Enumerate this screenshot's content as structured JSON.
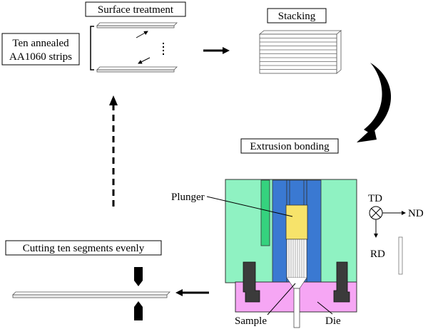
{
  "labels": {
    "surface_treatment": "Surface treatment",
    "stacking": "Stacking",
    "ten_annealed_line1": "Ten annealed",
    "ten_annealed_line2": "AA1060 strips",
    "extrusion_bonding": "Extrusion bonding",
    "cutting": "Cutting ten segments evenly",
    "plunger": "Plunger",
    "sample": "Sample",
    "die": "Die",
    "td": "TD",
    "nd": "ND",
    "rd": "RD"
  },
  "colors": {
    "container": "#8ff2c2",
    "container_slot": "#35d27e",
    "bore": "#3a79d2",
    "plunger": "#f7e36a",
    "die": "#f6a6f4",
    "die_holder": "#3b3b3b",
    "arrow": "#000000"
  },
  "icons": {
    "td_symbol": "cross-in-circle-icon",
    "punch": "pentagon-punch-icon"
  }
}
